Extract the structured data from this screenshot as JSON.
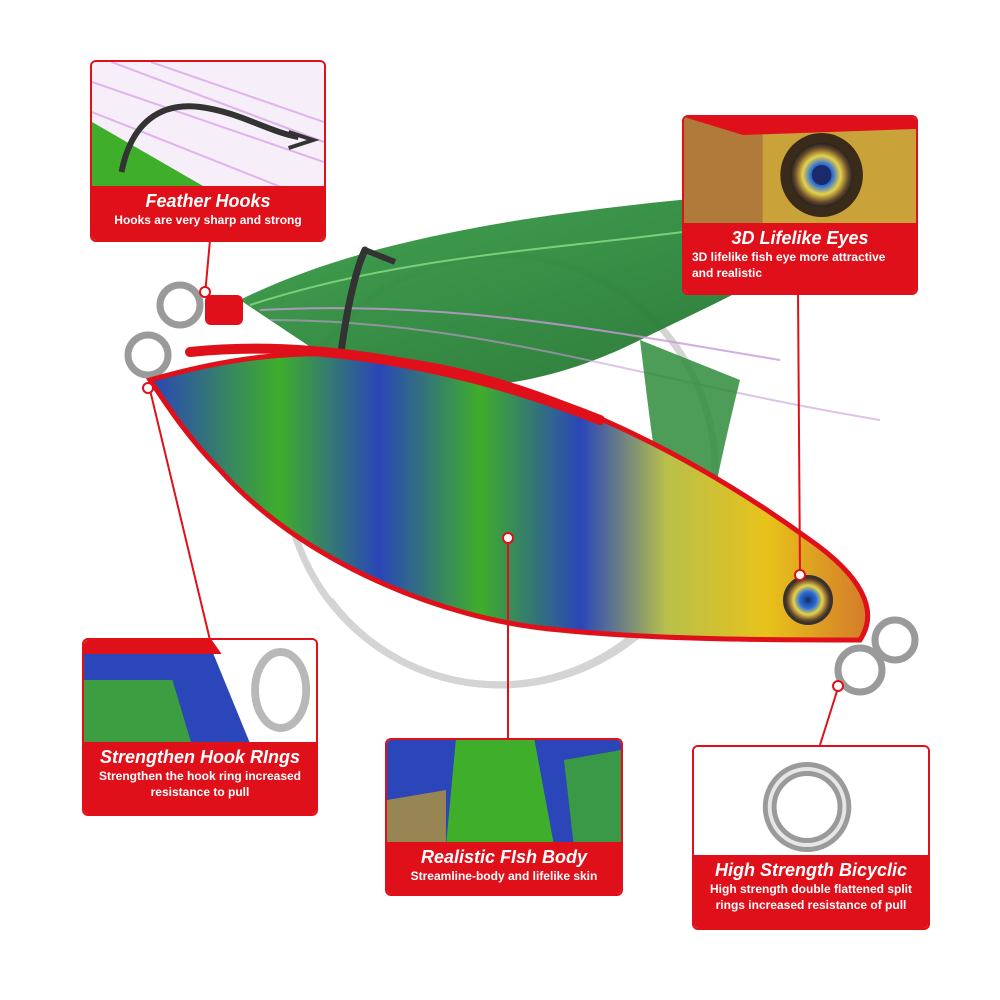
{
  "callouts": {
    "feather_hooks": {
      "title": "Feather Hooks",
      "desc": "Hooks are very sharp and strong"
    },
    "lifelike_eyes": {
      "title": "3D Lifelike  Eyes",
      "desc": "3D lifelike fish eye more attractive and realistic"
    },
    "hook_rings": {
      "title": "Strengthen Hook RIngs",
      "desc": "Strengthen the hook ring increased resistance to pull"
    },
    "fish_body": {
      "title": "Realistic FIsh Body",
      "desc": "Streamline-body and lifelike skin"
    },
    "split_rings": {
      "title": "High Strength Bicyclic",
      "desc": "High strength double flattened split rings increased resistance of pull"
    }
  },
  "colors": {
    "accent": "#e0101a",
    "feather": "#2e8b3a",
    "body_blue": "#2a46b8",
    "body_green": "#3fae2a",
    "body_yellow": "#e8c21a"
  }
}
